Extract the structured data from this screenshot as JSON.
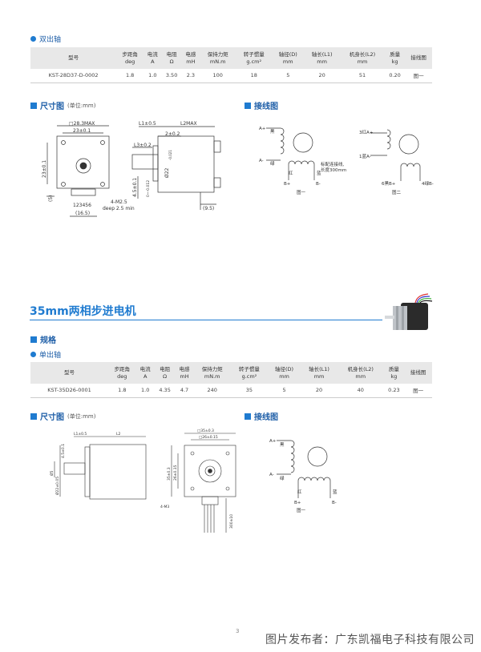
{
  "section1": {
    "shaft_label": "双出轴",
    "size_title": "尺寸图",
    "size_unit": "(单位:mm)",
    "wiring_title": "接线图"
  },
  "table_headers": [
    {
      "l1": "型号",
      "l2": ""
    },
    {
      "l1": "步距角",
      "l2": "deg"
    },
    {
      "l1": "电流",
      "l2": "A"
    },
    {
      "l1": "电阻",
      "l2": "Ω"
    },
    {
      "l1": "电感",
      "l2": "mH"
    },
    {
      "l1": "保持力矩",
      "l2": "mN.m"
    },
    {
      "l1": "转子惯量",
      "l2": "g.cm²"
    },
    {
      "l1": "轴径(D)",
      "l2": "mm"
    },
    {
      "l1": "轴长(L1)",
      "l2": "mm"
    },
    {
      "l1": "机身长(L2)",
      "l2": "mm"
    },
    {
      "l1": "质量",
      "l2": "kg"
    },
    {
      "l1": "接线图",
      "l2": ""
    }
  ],
  "table1_row": [
    "KST-28D37-D-0002",
    "1.8",
    "1.0",
    "3.50",
    "2.3",
    "100",
    "18",
    "5",
    "20",
    "51",
    "0.20",
    "图一"
  ],
  "drawing1": {
    "dim_sq": "□28.3MAX",
    "dim_23": "23±0.1",
    "dim_23v": "23±0.1",
    "dim_5": "(5)",
    "dim_123456": "123456",
    "dim_165": "(16.5)",
    "dim_m25": "4-M2.5",
    "dim_deep": "deep 2.5 min",
    "dim_l1": "L1±0.5",
    "dim_l2": "L2MAX",
    "dim_2": "2±0.2",
    "dim_l3": "L3±0.2",
    "dim_phi22": "Ø22",
    "dim_phi22t": "-0.021",
    "dim_45": "4.5±0.1",
    "dim_tol": "0~-0.012",
    "dim_95": "(9.5)"
  },
  "wiring1": {
    "a_plus": "A+",
    "black": "黑",
    "a_minus": "A-",
    "green": "绿",
    "red": "红",
    "blue": "蓝",
    "b_plus": "B+",
    "b_minus": "B-",
    "note1": "标配连接线,",
    "note2": "长度300mm",
    "fig1": "图一",
    "red_a": "3红A+",
    "blue_a": "1蓝A-",
    "black_b": "6黑B+",
    "green_b": "4绿B-",
    "fig2": "图二"
  },
  "section2": {
    "title": "35mm两相步进电机",
    "spec_title": "规格",
    "shaft_label": "单出轴",
    "size_title": "尺寸图",
    "size_unit": "(单位:mm)",
    "wiring_title": "接线图"
  },
  "table2_row": [
    "KST-35D26-0001",
    "1.8",
    "1.0",
    "4.35",
    "4.7",
    "240",
    "35",
    "5",
    "20",
    "40",
    "0.23",
    "图一"
  ],
  "drawing2": {
    "d_l1": "L1±0.5",
    "d_l2": "L2",
    "d_phi5": "Ø5",
    "d_45": "4.5±0.1",
    "d_phi22": "Ø22±0.05",
    "d_sq1": "□35±0.3",
    "d_sq2": "□26±0.15",
    "d_26v": "26±0.15",
    "d_35v": "35±0.3",
    "d_m3": "4-M3",
    "d_300": "300±10"
  },
  "wiring2": {
    "a_plus": "A+",
    "black": "黑",
    "a_minus": "A-",
    "green": "绿",
    "red": "红",
    "blue": "蓝",
    "b_plus": "B+",
    "b_minus": "B-",
    "fig1": "图一"
  },
  "footer": {
    "page": "3",
    "watermark": "图片发布者：广东凯福电子科技有限公司"
  }
}
